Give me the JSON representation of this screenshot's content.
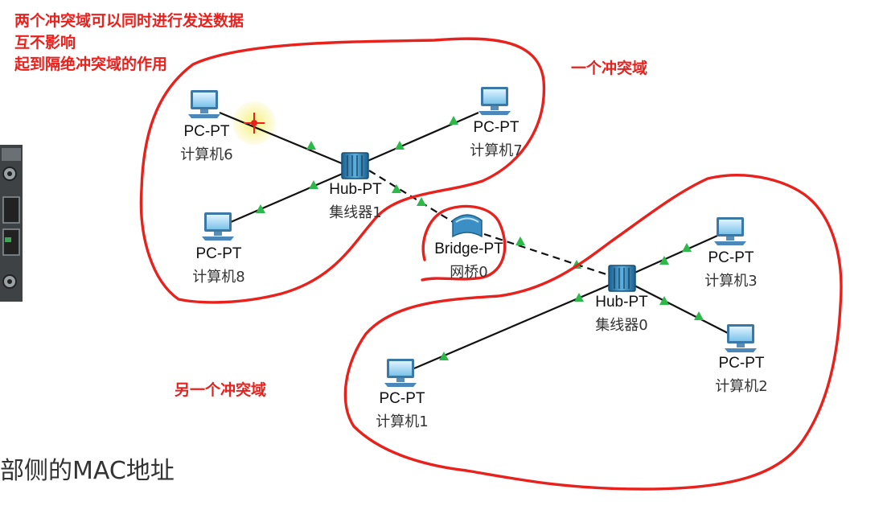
{
  "annotations": {
    "top_left": [
      "两个冲突域可以同时进行发送数据",
      "互不影响",
      "起到隔绝冲突域的作用"
    ],
    "domain_one": "一个冲突域",
    "domain_two": "另一个冲突域"
  },
  "bottom_text": "部侧的MAC地址",
  "devices": {
    "pc6": {
      "type": "PC-PT",
      "name": "计算机6"
    },
    "pc7": {
      "type": "PC-PT",
      "name": "计算机7"
    },
    "pc8": {
      "type": "PC-PT",
      "name": "计算机8"
    },
    "hub1": {
      "type": "Hub-PT",
      "name": "集线器1"
    },
    "bridge0": {
      "type": "Bridge-PT",
      "name": "网桥0"
    },
    "hub0": {
      "type": "Hub-PT",
      "name": "集线器0"
    },
    "pc3": {
      "type": "PC-PT",
      "name": "计算机3"
    },
    "pc2": {
      "type": "PC-PT",
      "name": "计算机2"
    },
    "pc1": {
      "type": "PC-PT",
      "name": "计算机1"
    }
  },
  "colors": {
    "annotation": "#e8211d",
    "link_status": "#2db84a",
    "device": "#3b8fc4",
    "cursor_highlight": "#f3ee7a"
  }
}
